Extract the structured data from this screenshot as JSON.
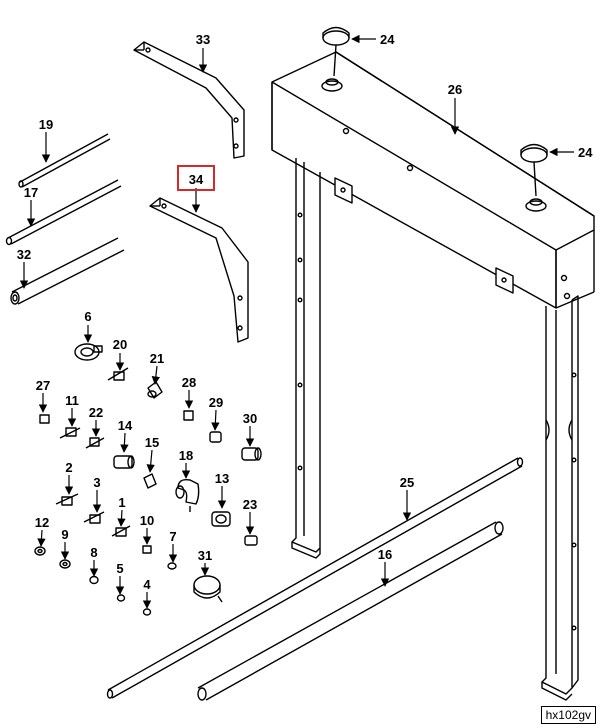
{
  "diagram": {
    "highlighted_callout": "34",
    "highlight_color": "#d62828",
    "line_color": "#000000",
    "figure_id": "hx102gv",
    "callouts": {
      "c33": "33",
      "c34": "34",
      "c24a": "24",
      "c24b": "24",
      "c26": "26",
      "c19": "19",
      "c17": "17",
      "c32": "32",
      "c6": "6",
      "c20": "20",
      "c21": "21",
      "c27": "27",
      "c11": "11",
      "c22": "22",
      "c14": "14",
      "c15": "15",
      "c28": "28",
      "c29": "29",
      "c30": "30",
      "c18": "18",
      "c13": "13",
      "c2": "2",
      "c3": "3",
      "c1": "1",
      "c10": "10",
      "c7": "7",
      "c23": "23",
      "c12": "12",
      "c9": "9",
      "c8": "8",
      "c5": "5",
      "c4": "4",
      "c31": "31",
      "c25": "25",
      "c16": "16"
    }
  }
}
